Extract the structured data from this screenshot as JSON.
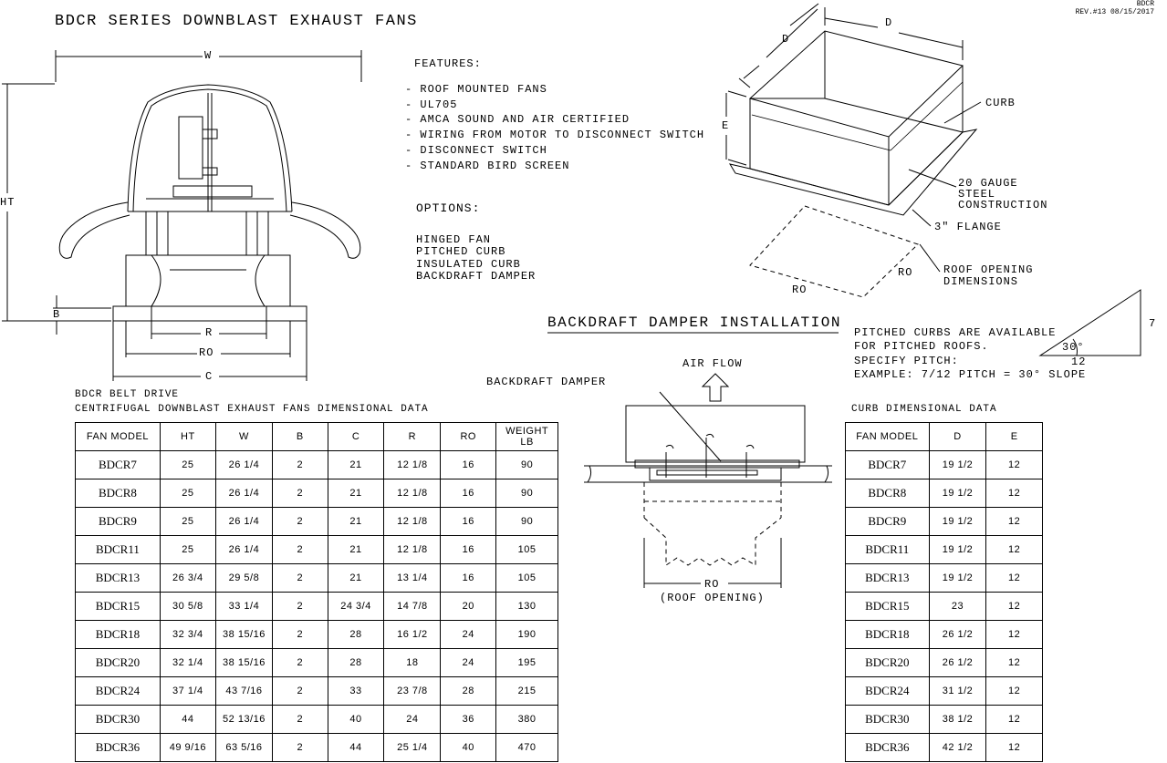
{
  "header": {
    "doc_code": "BDCR",
    "revision": "REV.#13 08/15/2017",
    "title": "BDCR SERIES DOWNBLAST EXHAUST FANS"
  },
  "features": {
    "heading": "FEATURES:",
    "items": [
      "- ROOF MOUNTED FANS",
      "- UL705",
      "- AMCA SOUND AND AIR CERTIFIED",
      "- WIRING FROM MOTOR TO DISCONNECT SWITCH",
      "- DISCONNECT SWITCH",
      "- STANDARD BIRD SCREEN"
    ]
  },
  "options": {
    "heading": "OPTIONS:",
    "items": [
      "HINGED FAN",
      "PITCHED CURB",
      "INSULATED CURB",
      "BACKDRAFT DAMPER"
    ]
  },
  "fan_drawing": {
    "dim_w": "W",
    "dim_ht": "HT",
    "dim_b": "B",
    "dim_r": "R",
    "dim_ro": "RO",
    "dim_c": "C"
  },
  "curb_drawing": {
    "dim_d_left": "D",
    "dim_d_top": "D",
    "dim_e": "E",
    "curb_label": "CURB",
    "gauge_label": [
      "20 GAUGE",
      "STEEL",
      "CONSTRUCTION"
    ],
    "flange_label": "3\" FLANGE",
    "roof_opening_label": [
      "ROOF OPENING",
      "DIMENSIONS"
    ],
    "ro_bottom": "RO",
    "ro_right": "RO"
  },
  "damper": {
    "heading": "BACKDRAFT DAMPER INSTALLATION",
    "air_flow": "AIR FLOW",
    "damper_label": "BACKDRAFT DAMPER",
    "ro": "RO",
    "roof_opening": "(ROOF OPENING)"
  },
  "pitched": {
    "lines": [
      "PITCHED CURBS ARE AVAILABLE",
      "FOR PITCHED ROOFS.",
      "SPECIFY PITCH:",
      "EXAMPLE: 7/12 PITCH = 30° SLOPE"
    ],
    "rise": "7",
    "run": "12",
    "angle": "30°"
  },
  "fan_table": {
    "caption1": "BDCR BELT DRIVE",
    "caption2": "CENTRIFUGAL DOWNBLAST EXHAUST FANS DIMENSIONAL DATA",
    "headers": [
      "FAN MODEL",
      "HT",
      "W",
      "B",
      "C",
      "R",
      "RO",
      "WEIGHT LB"
    ],
    "rows": [
      [
        "BDCR7",
        "25",
        "26 1/4",
        "2",
        "21",
        "12 1/8",
        "16",
        "90"
      ],
      [
        "BDCR8",
        "25",
        "26 1/4",
        "2",
        "21",
        "12 1/8",
        "16",
        "90"
      ],
      [
        "BDCR9",
        "25",
        "26 1/4",
        "2",
        "21",
        "12 1/8",
        "16",
        "90"
      ],
      [
        "BDCR11",
        "25",
        "26 1/4",
        "2",
        "21",
        "12 1/8",
        "16",
        "105"
      ],
      [
        "BDCR13",
        "26 3/4",
        "29 5/8",
        "2",
        "21",
        "13 1/4",
        "16",
        "105"
      ],
      [
        "BDCR15",
        "30 5/8",
        "33 1/4",
        "2",
        "24 3/4",
        "14 7/8",
        "20",
        "130"
      ],
      [
        "BDCR18",
        "32 3/4",
        "38 15/16",
        "2",
        "28",
        "16 1/2",
        "24",
        "190"
      ],
      [
        "BDCR20",
        "32 1/4",
        "38 15/16",
        "2",
        "28",
        "18",
        "24",
        "195"
      ],
      [
        "BDCR24",
        "37 1/4",
        "43 7/16",
        "2",
        "33",
        "23 7/8",
        "28",
        "215"
      ],
      [
        "BDCR30",
        "44",
        "52 13/16",
        "2",
        "40",
        "24",
        "36",
        "380"
      ],
      [
        "BDCR36",
        "49 9/16",
        "63 5/16",
        "2",
        "44",
        "25 1/4",
        "40",
        "470"
      ]
    ]
  },
  "curb_table": {
    "caption": "CURB DIMENSIONAL DATA",
    "headers": [
      "FAN MODEL",
      "D",
      "E"
    ],
    "rows": [
      [
        "BDCR7",
        "19 1/2",
        "12"
      ],
      [
        "BDCR8",
        "19 1/2",
        "12"
      ],
      [
        "BDCR9",
        "19 1/2",
        "12"
      ],
      [
        "BDCR11",
        "19 1/2",
        "12"
      ],
      [
        "BDCR13",
        "19 1/2",
        "12"
      ],
      [
        "BDCR15",
        "23",
        "12"
      ],
      [
        "BDCR18",
        "26 1/2",
        "12"
      ],
      [
        "BDCR20",
        "26 1/2",
        "12"
      ],
      [
        "BDCR24",
        "31 1/2",
        "12"
      ],
      [
        "BDCR30",
        "38 1/2",
        "12"
      ],
      [
        "BDCR36",
        "42 1/2",
        "12"
      ]
    ]
  }
}
